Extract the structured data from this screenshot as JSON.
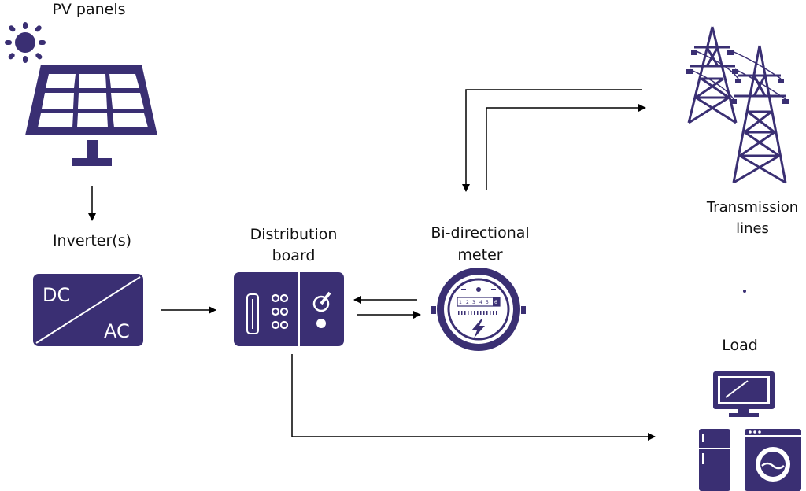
{
  "colors": {
    "primary": "#3a2f73",
    "line": "#000000",
    "background": "#ffffff"
  },
  "labels": {
    "pv_panels": "PV panels",
    "inverter": "Inverter(s)",
    "distribution_line1": "Distribution",
    "distribution_line2": "board",
    "meter_line1": "Bi-directional",
    "meter_line2": "meter",
    "transmission_line1": "Transmission",
    "transmission_line2": "lines",
    "load": "Load"
  },
  "inverter_box": {
    "dc": "DC",
    "ac": "AC"
  },
  "meter_digits": [
    "1",
    "2",
    "3",
    "4",
    "5",
    "6"
  ],
  "icons": [
    "sun-icon",
    "solar-panel-icon",
    "inverter-icon",
    "distribution-board-icon",
    "meter-icon",
    "transmission-tower-icon",
    "monitor-icon",
    "fridge-icon",
    "washing-machine-icon"
  ]
}
